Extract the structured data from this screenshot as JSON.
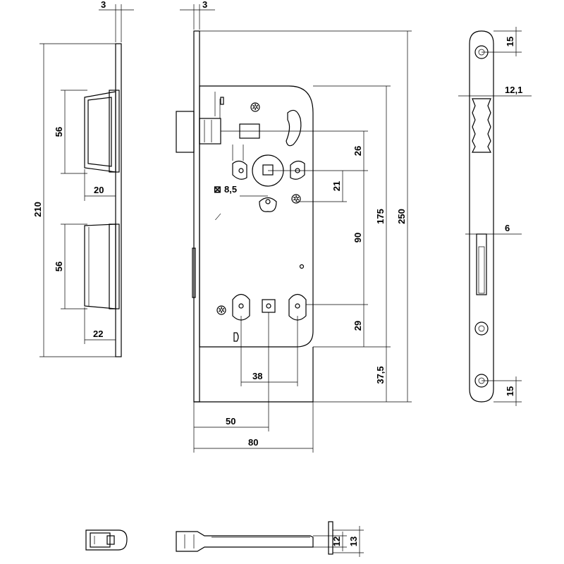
{
  "dimensions": {
    "face_thickness_left": "3",
    "face_thickness_front": "3",
    "strike_height_top": "56",
    "strike_height_bottom": "56",
    "strike_depth_top": "20",
    "strike_depth_bottom": "22",
    "strike_plate_length": "210",
    "latch_to_follower": "26",
    "follower_to_bolt": "21",
    "square_follower": "8,5",
    "follower_to_lower": "90",
    "case_height": "175",
    "total_length": "250",
    "lower_to_case_bottom": "29",
    "case_bottom_offset": "37,5",
    "hole_spacing": "38",
    "backset": "50",
    "case_depth": "80",
    "forend_top_hole": "15",
    "forend_bottom_hole": "15",
    "latch_projection": "12,1",
    "bolt_width": "6",
    "small_height_1": "12",
    "small_height_2": "13"
  },
  "symbols": {
    "square_symbol": "⊠"
  }
}
